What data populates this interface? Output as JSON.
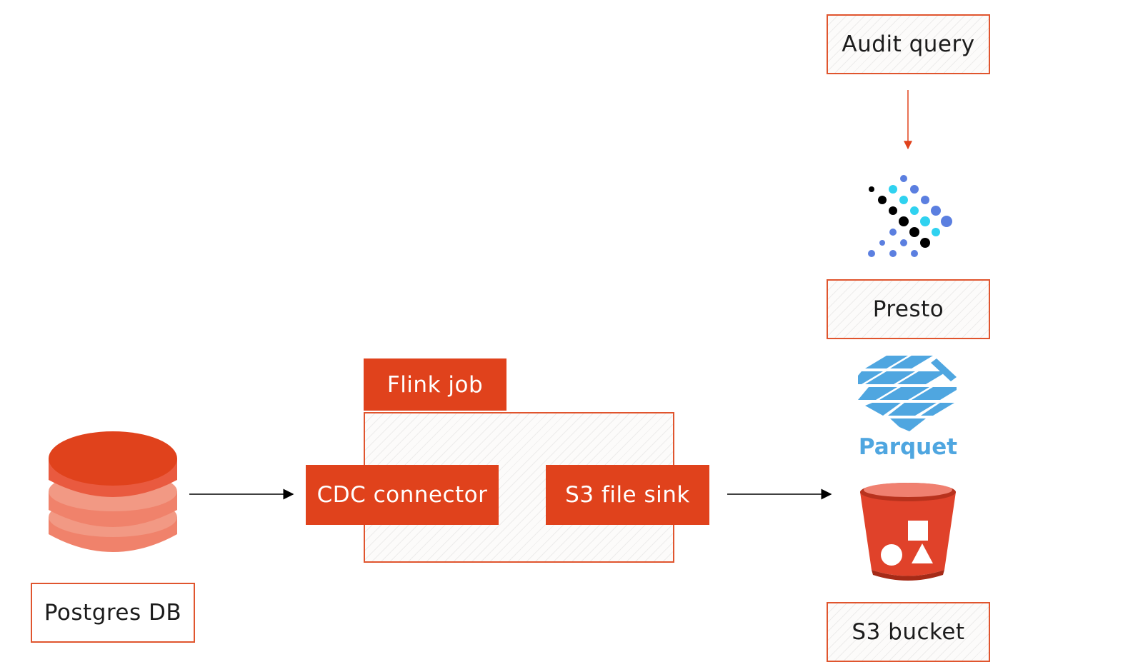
{
  "nodes": {
    "audit_query": "Audit query",
    "presto": "Presto",
    "flink_job": "Flink job",
    "cdc_connector": "CDC connector",
    "s3_file_sink": "S3 file sink",
    "postgres_db": "Postgres DB",
    "s3_bucket": "S3 bucket"
  },
  "logos": {
    "parquet_text": "Parquet"
  },
  "icons": {
    "database": "database-icon",
    "presto": "presto-logo",
    "parquet": "parquet-logo",
    "bucket": "s3-bucket-icon"
  },
  "colors": {
    "accent": "#e0421c",
    "border": "#e0552e",
    "presto_blue": "#5b7fe0",
    "presto_cyan": "#2fd2f0",
    "parquet_blue": "#4fa6e0"
  }
}
